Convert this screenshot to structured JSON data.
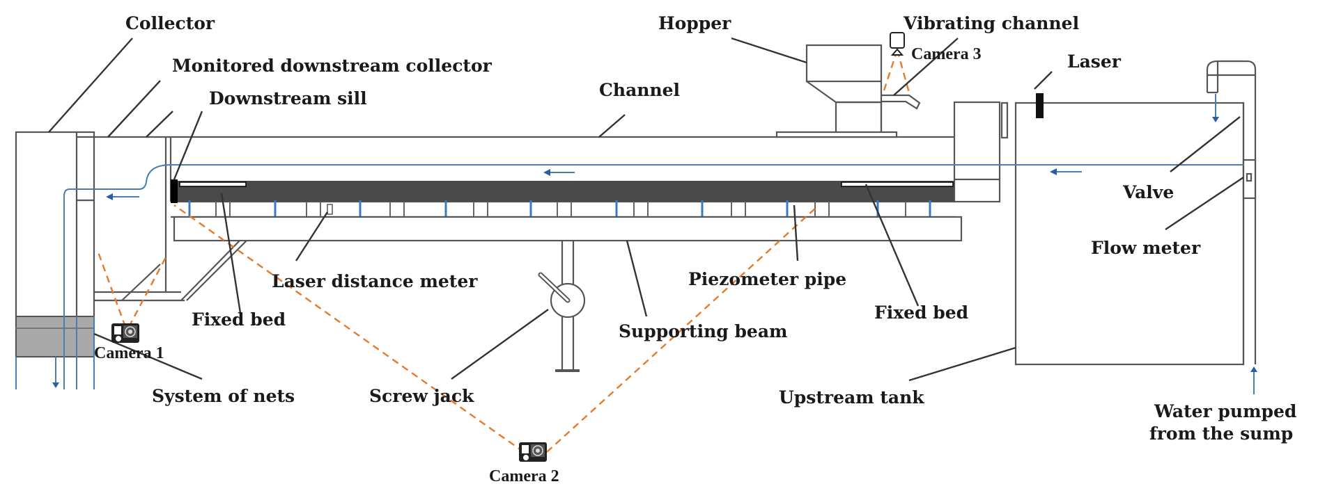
{
  "title": "Experimental flume setup schematic",
  "colors": {
    "line": "#555555",
    "water": "#4a7eb0",
    "camera_view": "#e8792a",
    "bed": "#4a4a4a",
    "nets": "#a9a9a9"
  },
  "labels": {
    "collector": "Collector",
    "monitored_collector": "Monitored downstream collector",
    "downstream_sill": "Downstream sill",
    "channel": "Channel",
    "hopper": "Hopper",
    "vibrating_channel": "Vibrating channel",
    "laser": "Laser",
    "valve": "Valve",
    "flow_meter": "Flow meter",
    "laser_distance_meter": "Laser distance meter",
    "piezometer_pipe": "Piezometer pipe",
    "fixed_bed_left": "Fixed bed",
    "fixed_bed_right": "Fixed bed",
    "supporting_beam": "Supporting beam",
    "system_of_nets": "System of nets",
    "screw_jack": "Screw jack",
    "upstream_tank": "Upstream tank",
    "water_pumped_line1": "Water pumped",
    "water_pumped_line2": "from the sump"
  },
  "cameras": [
    {
      "id": "camera-1",
      "label": "Camera 1",
      "icon": "action-camera-icon"
    },
    {
      "id": "camera-2",
      "label": "Camera 2",
      "icon": "action-camera-icon"
    },
    {
      "id": "camera-3",
      "label": "Camera 3",
      "icon": "overhead-camera-icon"
    }
  ]
}
